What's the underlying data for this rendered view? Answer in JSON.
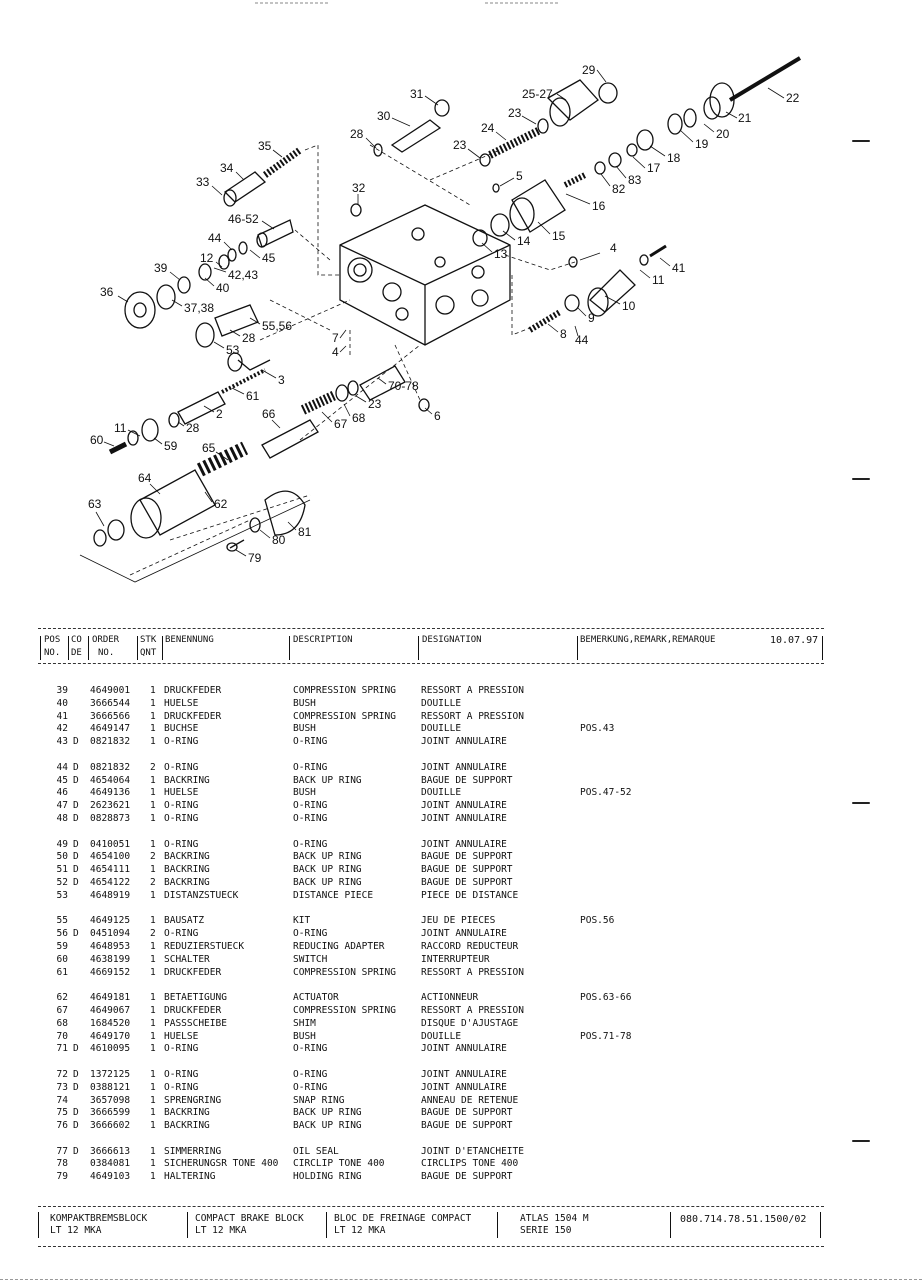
{
  "diagram": {
    "callouts": [
      "29",
      "22",
      "31",
      "25-27",
      "30",
      "23",
      "21",
      "28",
      "24",
      "20",
      "19",
      "23",
      "18",
      "35",
      "17",
      "5",
      "83",
      "82",
      "34",
      "16",
      "33",
      "32",
      "46-52",
      "15",
      "14",
      "44",
      "45",
      "13",
      "4",
      "12",
      "41",
      "42,43",
      "11",
      "39",
      "40",
      "10",
      "36",
      "37,38",
      "9",
      "55,56",
      "44",
      "8",
      "28",
      "53",
      "7",
      "4",
      "3",
      "61",
      "70-78",
      "2",
      "23",
      "6",
      "66",
      "28",
      "68",
      "67",
      "11",
      "60",
      "59",
      "65",
      "64",
      "62",
      "63",
      "81",
      "80",
      "79"
    ]
  },
  "header": {
    "pos": "POS",
    "pos2": "NO.",
    "co": "CO",
    "co2": "DE",
    "order": "ORDER",
    "order2": "NO.",
    "qty": "STK",
    "qty2": "QNT",
    "de": "BENENNUNG",
    "en": "DESCRIPTION",
    "fr": "DESIGNATION",
    "remark": "BEMERKUNG,REMARK,REMARQUE",
    "date": "10.07.97"
  },
  "rows": [
    {
      "pos": "39",
      "code": "",
      "order": "4649001",
      "qty": "1",
      "de": "DRUCKFEDER",
      "en": "COMPRESSION SPRING",
      "fr": "RESSORT A PRESSION",
      "remark": ""
    },
    {
      "pos": "40",
      "code": "",
      "order": "3666544",
      "qty": "1",
      "de": "HUELSE",
      "en": "BUSH",
      "fr": "DOUILLE",
      "remark": ""
    },
    {
      "pos": "41",
      "code": "",
      "order": "3666566",
      "qty": "1",
      "de": "DRUCKFEDER",
      "en": "COMPRESSION SPRING",
      "fr": "RESSORT A PRESSION",
      "remark": ""
    },
    {
      "pos": "42",
      "code": "",
      "order": "4649147",
      "qty": "1",
      "de": "BUCHSE",
      "en": "BUSH",
      "fr": "DOUILLE",
      "remark": "POS.43"
    },
    {
      "pos": "43",
      "code": "D",
      "order": "0821832",
      "qty": "1",
      "de": "O-RING",
      "en": "O-RING",
      "fr": "JOINT ANNULAIRE",
      "remark": ""
    },
    {
      "gap": true
    },
    {
      "pos": "44",
      "code": "D",
      "order": "0821832",
      "qty": "2",
      "de": "O-RING",
      "en": "O-RING",
      "fr": "JOINT ANNULAIRE",
      "remark": ""
    },
    {
      "pos": "45",
      "code": "D",
      "order": "4654064",
      "qty": "1",
      "de": "BACKRING",
      "en": "BACK UP RING",
      "fr": "BAGUE DE SUPPORT",
      "remark": ""
    },
    {
      "pos": "46",
      "code": "",
      "order": "4649136",
      "qty": "1",
      "de": "HUELSE",
      "en": "BUSH",
      "fr": "DOUILLE",
      "remark": "POS.47-52"
    },
    {
      "pos": "47",
      "code": "D",
      "order": "2623621",
      "qty": "1",
      "de": "O-RING",
      "en": "O-RING",
      "fr": "JOINT ANNULAIRE",
      "remark": ""
    },
    {
      "pos": "48",
      "code": "D",
      "order": "0828873",
      "qty": "1",
      "de": "O-RING",
      "en": "O-RING",
      "fr": "JOINT ANNULAIRE",
      "remark": ""
    },
    {
      "gap": true
    },
    {
      "pos": "49",
      "code": "D",
      "order": "0410051",
      "qty": "1",
      "de": "O-RING",
      "en": "O-RING",
      "fr": "JOINT ANNULAIRE",
      "remark": ""
    },
    {
      "pos": "50",
      "code": "D",
      "order": "4654100",
      "qty": "2",
      "de": "BACKRING",
      "en": "BACK UP RING",
      "fr": "BAGUE DE SUPPORT",
      "remark": ""
    },
    {
      "pos": "51",
      "code": "D",
      "order": "4654111",
      "qty": "1",
      "de": "BACKRING",
      "en": "BACK UP RING",
      "fr": "BAGUE DE SUPPORT",
      "remark": ""
    },
    {
      "pos": "52",
      "code": "D",
      "order": "4654122",
      "qty": "2",
      "de": "BACKRING",
      "en": "BACK UP RING",
      "fr": "BAGUE DE SUPPORT",
      "remark": ""
    },
    {
      "pos": "53",
      "code": "",
      "order": "4648919",
      "qty": "1",
      "de": "DISTANZSTUECK",
      "en": "DISTANCE PIECE",
      "fr": "PIECE DE DISTANCE",
      "remark": ""
    },
    {
      "gap": true
    },
    {
      "pos": "55",
      "code": "",
      "order": "4649125",
      "qty": "1",
      "de": "BAUSATZ",
      "en": "KIT",
      "fr": "JEU DE PIECES",
      "remark": "POS.56"
    },
    {
      "pos": "56",
      "code": "D",
      "order": "0451094",
      "qty": "2",
      "de": "O-RING",
      "en": "O-RING",
      "fr": "JOINT ANNULAIRE",
      "remark": ""
    },
    {
      "pos": "59",
      "code": "",
      "order": "4648953",
      "qty": "1",
      "de": "REDUZIERSTUECK",
      "en": "REDUCING ADAPTER",
      "fr": "RACCORD REDUCTEUR",
      "remark": ""
    },
    {
      "pos": "60",
      "code": "",
      "order": "4638199",
      "qty": "1",
      "de": "SCHALTER",
      "en": "SWITCH",
      "fr": "INTERRUPTEUR",
      "remark": ""
    },
    {
      "pos": "61",
      "code": "",
      "order": "4669152",
      "qty": "1",
      "de": "DRUCKFEDER",
      "en": "COMPRESSION SPRING",
      "fr": "RESSORT A PRESSION",
      "remark": ""
    },
    {
      "gap": true
    },
    {
      "pos": "62",
      "code": "",
      "order": "4649181",
      "qty": "1",
      "de": "BETAETIGUNG",
      "en": "ACTUATOR",
      "fr": "ACTIONNEUR",
      "remark": "POS.63-66"
    },
    {
      "pos": "67",
      "code": "",
      "order": "4649067",
      "qty": "1",
      "de": "DRUCKFEDER",
      "en": "COMPRESSION SPRING",
      "fr": "RESSORT A PRESSION",
      "remark": ""
    },
    {
      "pos": "68",
      "code": "",
      "order": "1684520",
      "qty": "1",
      "de": "PASSSCHEIBE",
      "en": "SHIM",
      "fr": "DISQUE D'AJUSTAGE",
      "remark": ""
    },
    {
      "pos": "70",
      "code": "",
      "order": "4649170",
      "qty": "1",
      "de": "HUELSE",
      "en": "BUSH",
      "fr": "DOUILLE",
      "remark": "POS.71-78"
    },
    {
      "pos": "71",
      "code": "D",
      "order": "4610095",
      "qty": "1",
      "de": "O-RING",
      "en": "O-RING",
      "fr": "JOINT ANNULAIRE",
      "remark": ""
    },
    {
      "gap": true
    },
    {
      "pos": "72",
      "code": "D",
      "order": "1372125",
      "qty": "1",
      "de": "O-RING",
      "en": "O-RING",
      "fr": "JOINT ANNULAIRE",
      "remark": ""
    },
    {
      "pos": "73",
      "code": "D",
      "order": "0388121",
      "qty": "1",
      "de": "O-RING",
      "en": "O-RING",
      "fr": "JOINT ANNULAIRE",
      "remark": ""
    },
    {
      "pos": "74",
      "code": "",
      "order": "3657098",
      "qty": "1",
      "de": "SPRENGRING",
      "en": "SNAP RING",
      "fr": "ANNEAU DE RETENUE",
      "remark": ""
    },
    {
      "pos": "75",
      "code": "D",
      "order": "3666599",
      "qty": "1",
      "de": "BACKRING",
      "en": "BACK UP RING",
      "fr": "BAGUE DE SUPPORT",
      "remark": ""
    },
    {
      "pos": "76",
      "code": "D",
      "order": "3666602",
      "qty": "1",
      "de": "BACKRING",
      "en": "BACK UP RING",
      "fr": "BAGUE DE SUPPORT",
      "remark": ""
    },
    {
      "gap": true
    },
    {
      "pos": "77",
      "code": "D",
      "order": "3666613",
      "qty": "1",
      "de": "SIMMERRING",
      "en": "OIL SEAL",
      "fr": "JOINT D'ETANCHEITE",
      "remark": ""
    },
    {
      "pos": "78",
      "code": "",
      "order": "0384081",
      "qty": "1",
      "de": "SICHERUNGSR TONE 400",
      "en": "CIRCLIP TONE 400",
      "fr": "CIRCLIPS TONE 400",
      "remark": ""
    },
    {
      "pos": "79",
      "code": "",
      "order": "4649103",
      "qty": "1",
      "de": "HALTERING",
      "en": "HOLDING RING",
      "fr": "BAGUE DE SUPPORT",
      "remark": ""
    }
  ],
  "footer": {
    "title_de": "KOMPAKTBREMSBLOCK",
    "sub_de": "LT 12 MKA",
    "title_en": "COMPACT BRAKE BLOCK",
    "sub_en": "LT 12 MKA",
    "title_fr": "BLOC DE FREINAGE COMPACT",
    "sub_fr": "LT 12 MKA",
    "model": "ATLAS 1504 M",
    "series": "SERIE 150",
    "doc_no": "080.714.78.51.1500/02"
  }
}
